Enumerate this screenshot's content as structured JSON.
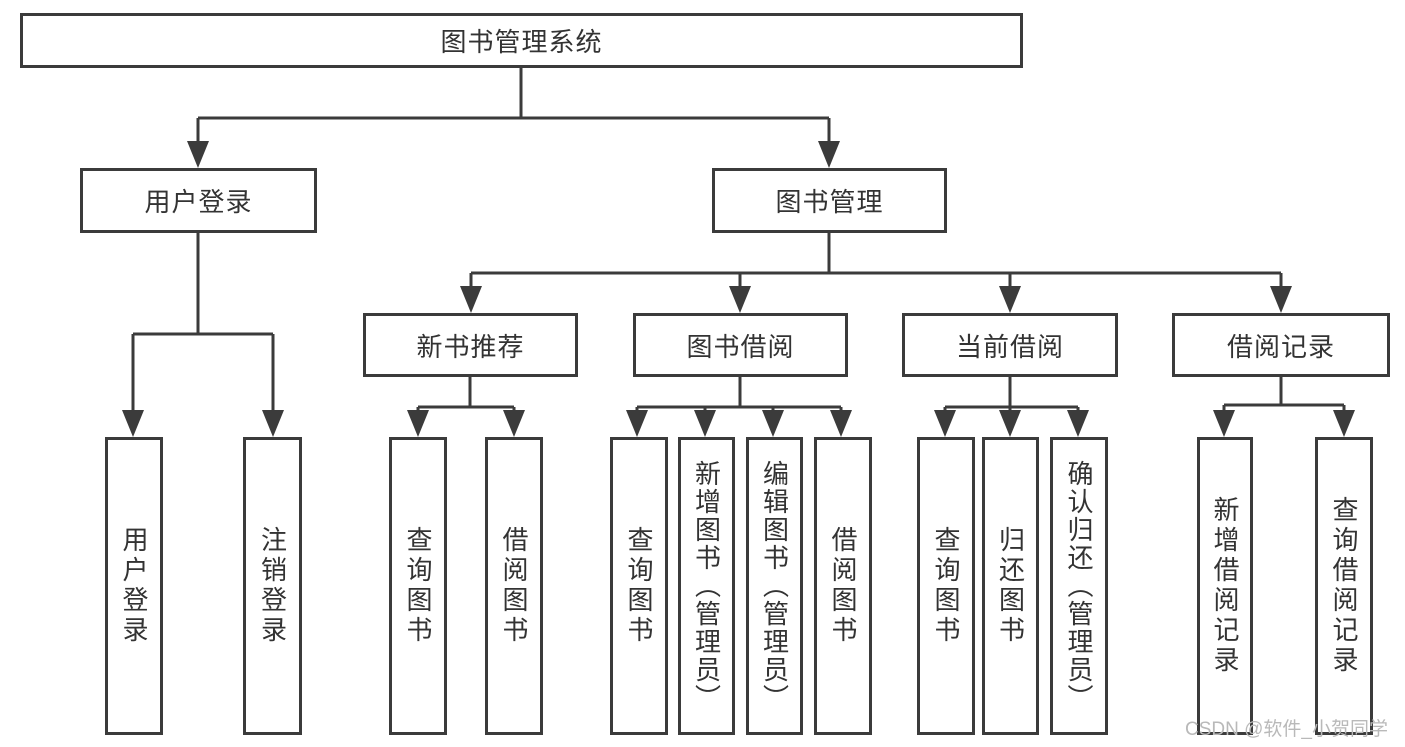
{
  "root": {
    "label": "图书管理系统"
  },
  "branches": [
    {
      "label": "用户登录",
      "leaves": [
        {
          "label": "用户登录"
        },
        {
          "label": "注销登录"
        }
      ]
    },
    {
      "label": "图书管理",
      "sections": [
        {
          "label": "新书推荐",
          "leaves": [
            {
              "label": "查询图书"
            },
            {
              "label": "借阅图书"
            }
          ]
        },
        {
          "label": "图书借阅",
          "leaves": [
            {
              "label": "查询图书"
            },
            {
              "label": "新增图书（管理员）"
            },
            {
              "label": "编辑图书（管理员）"
            },
            {
              "label": "借阅图书"
            }
          ]
        },
        {
          "label": "当前借阅",
          "leaves": [
            {
              "label": "查询图书"
            },
            {
              "label": "归还图书"
            },
            {
              "label": "确认归还（管理员）"
            }
          ]
        },
        {
          "label": "借阅记录",
          "leaves": [
            {
              "label": "新增借阅记录"
            },
            {
              "label": "查询借阅记录"
            }
          ]
        }
      ]
    }
  ],
  "watermark": {
    "text": "CSDN @软件_小贺同学"
  },
  "colors": {
    "line": "#3b3b3b",
    "text": "#333333",
    "watermark": "#b9b9b9",
    "background": "#ffffff"
  }
}
